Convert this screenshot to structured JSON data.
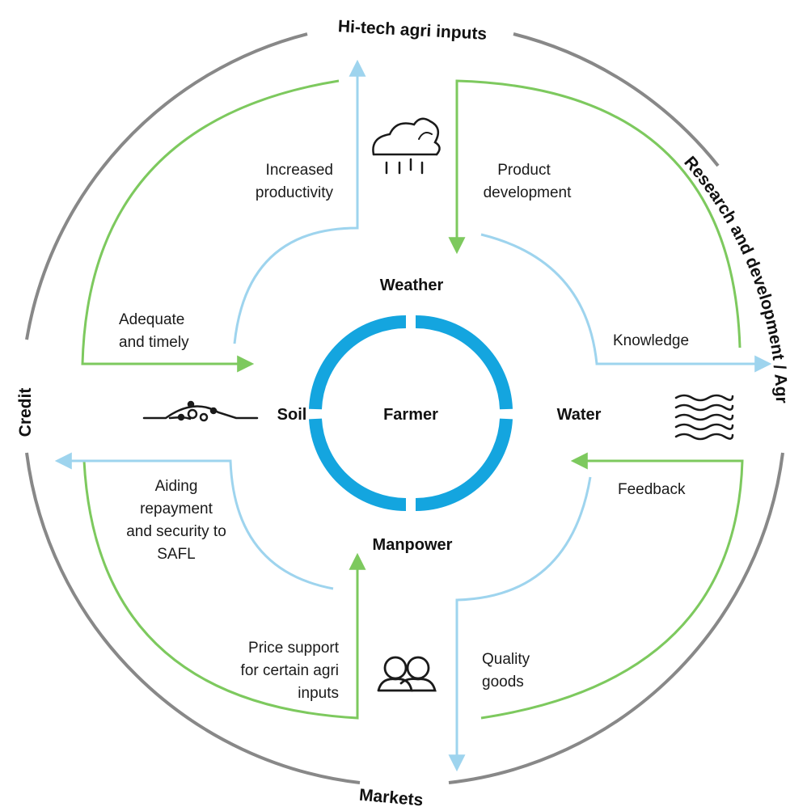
{
  "colors": {
    "green": "#7dc95e",
    "blue": "#9ed4ee",
    "ring": "#14a5df",
    "grey": "#888888"
  },
  "outer": {
    "top": "Hi-tech agri inputs",
    "right": "Research and development / Agronomic support",
    "bottom": "Markets",
    "left": "Credit"
  },
  "center": "Farmer",
  "inner": {
    "top": "Weather",
    "right": "Water",
    "bottom": "Manpower",
    "left": "Soil"
  },
  "labels": {
    "increased": [
      "Increased",
      "productivity"
    ],
    "product": [
      "Product",
      "development"
    ],
    "adequate": [
      "Adequate",
      "and timely"
    ],
    "knowledge": [
      "Knowledge"
    ],
    "aiding": [
      "Aiding",
      "repayment",
      "and security to",
      "SAFL"
    ],
    "feedback": [
      "Feedback"
    ],
    "price": [
      "Price support",
      "for certain agri",
      "inputs"
    ],
    "quality": [
      "Quality",
      "goods"
    ]
  },
  "icons": {
    "weather": "cloud-rain-icon",
    "soil": "soil-icon",
    "water": "waves-icon",
    "manpower": "people-icon"
  }
}
